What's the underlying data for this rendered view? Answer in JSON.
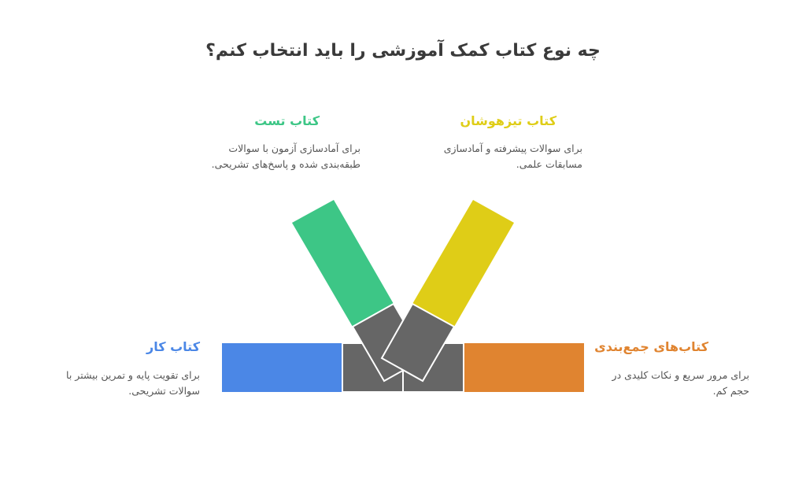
{
  "title": "چه نوع کتاب کمک آموزشی را باید انتخاب کنم؟",
  "colors": {
    "green": "#3DC686",
    "yellow": "#DFCD17",
    "blue": "#4B87E6",
    "orange": "#E08430",
    "gray": "#666666"
  },
  "cards": {
    "test": {
      "title": "کتاب تست",
      "desc_line1": "برای آمادسازی آزمون با سوالات",
      "desc_line2": "طبقه‌بندی شده و پاسخ‌های تشریحی."
    },
    "gifted": {
      "title": "کتاب تیزهوشان",
      "desc_line1": "برای سوالات پیشرفته و آمادسازی",
      "desc_line2": "مسابقات علمی."
    },
    "work": {
      "title": "کتاب کار",
      "desc_line1": "برای تقویت پایه و تمرین بیشتر با",
      "desc_line2": "سوالات تشریحی."
    },
    "summary": {
      "title": "کتاب‌های جمع‌بندی",
      "desc_line1": "برای مرور سریع و نکات کلیدی در",
      "desc_line2": "حجم کم."
    }
  }
}
